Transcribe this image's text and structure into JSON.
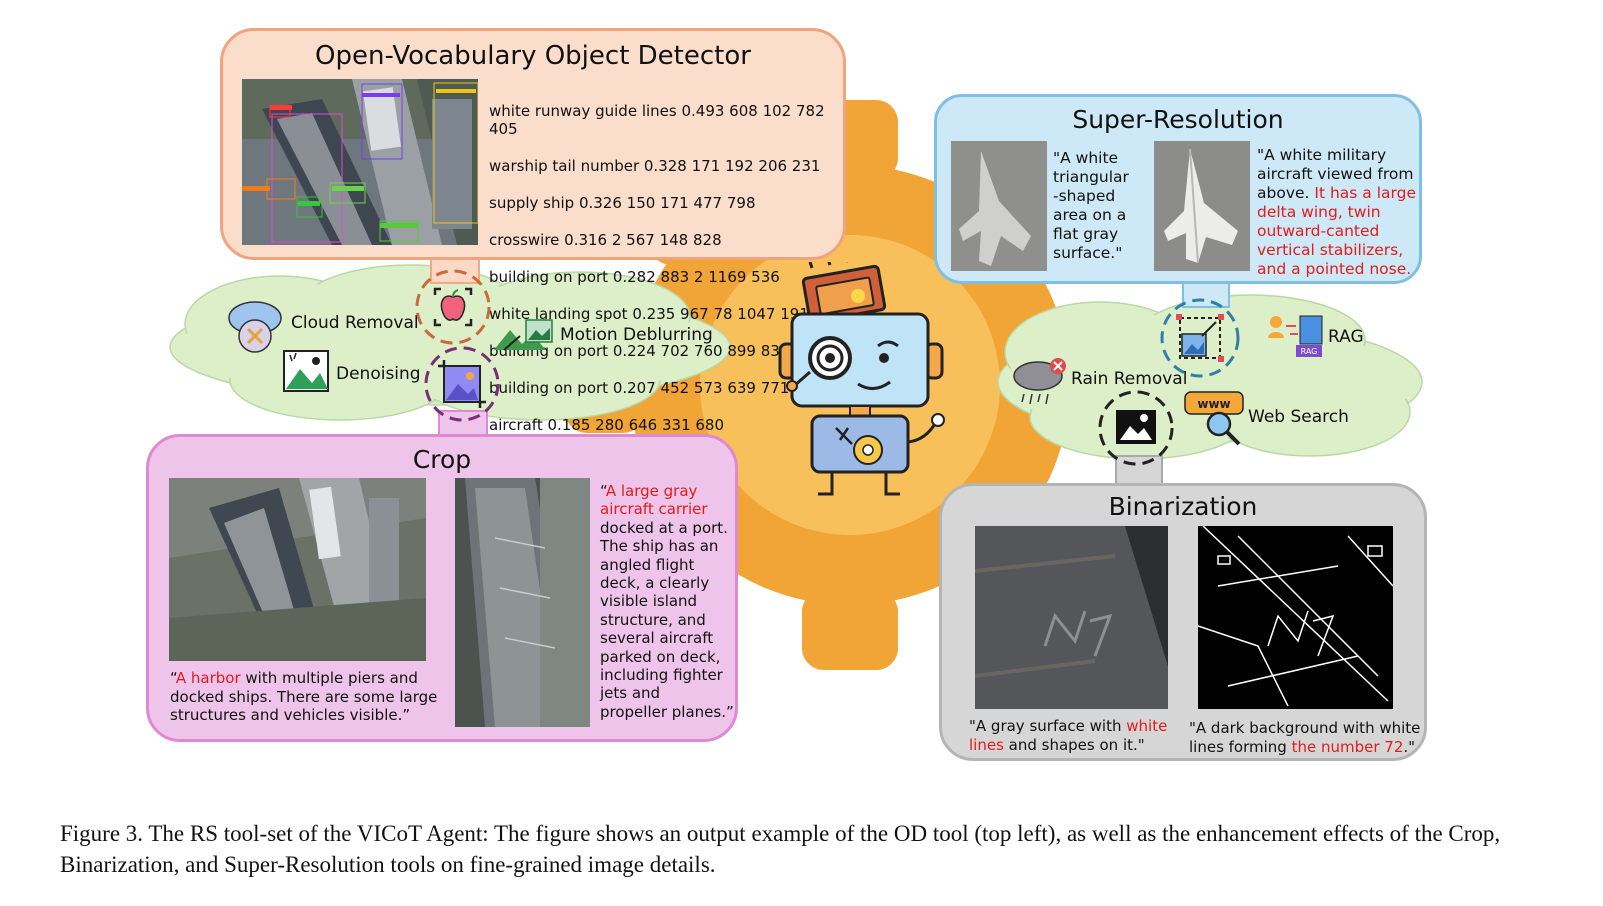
{
  "od": {
    "title": "Open-Vocabulary Object Detector",
    "detections": [
      "white runway guide lines 0.493 608 102 782 405",
      "warship tail number 0.328 171 192 206 231",
      "supply ship 0.326 150 171 477 798",
      "crosswire 0.316 2 567 148 828",
      "building on port 0.282 883 2 1169 536",
      "white landing spot 0.235 967 78 1047 191",
      "building on port 0.224 702 760 899 831",
      "building on port 0.207 452 573 639 771",
      "aircraft 0.185 280 646 331 680"
    ]
  },
  "sr": {
    "title": "Super-Resolution",
    "low_res_text": "\"A white\ntriangular\n-shaped\narea on a\nflat gray\nsurface.\"",
    "high_res_text_plain": "\"A white military\naircraft viewed from\nabove. ",
    "high_res_text_red": "It has a large\ndelta wing, twin\noutward-canted\nvertical stabilizers,\nand a pointed nose."
  },
  "left_cloud": {
    "cloud_removal": "Cloud Removal",
    "denoising": "Denoising",
    "motion_deblurring": "Motion Deblurring"
  },
  "right_cloud": {
    "rain_removal": "Rain Removal",
    "rag": "RAG",
    "rag_badge": "RAG",
    "web_search": "Web Search",
    "www": "www"
  },
  "crop": {
    "title": "Crop",
    "left_quote_open": "“",
    "left_red": "A harbor",
    "left_plain": " with multiple piers and\ndocked ships. There are some large\nstructures and vehicles visible.”",
    "right_quote_open": "“",
    "right_red": "A large gray\naircraft carrier",
    "right_plain": "\ndocked at a port.\nThe ship has an\nangled flight\ndeck, a clearly\nvisible island\nstructure, and\nseveral aircraft\nparked on deck,\nincluding fighter\njets and\npropeller planes.”"
  },
  "bin": {
    "title": "Binarization",
    "left_plain": "\"A gray surface with ",
    "left_red": "white\nlines",
    "left_plain2": " and shapes on it.\"",
    "right_plain": "\"A dark background with white\nlines forming ",
    "right_red": "the number 72",
    "right_plain2": ".\""
  },
  "caption": "Figure 3. The RS tool-set of the VICoT Agent: The figure shows an output example of the OD tool (top left), as well as the enhancement effects of the Crop, Binarization, and Super-Resolution tools on fine-grained image details."
}
